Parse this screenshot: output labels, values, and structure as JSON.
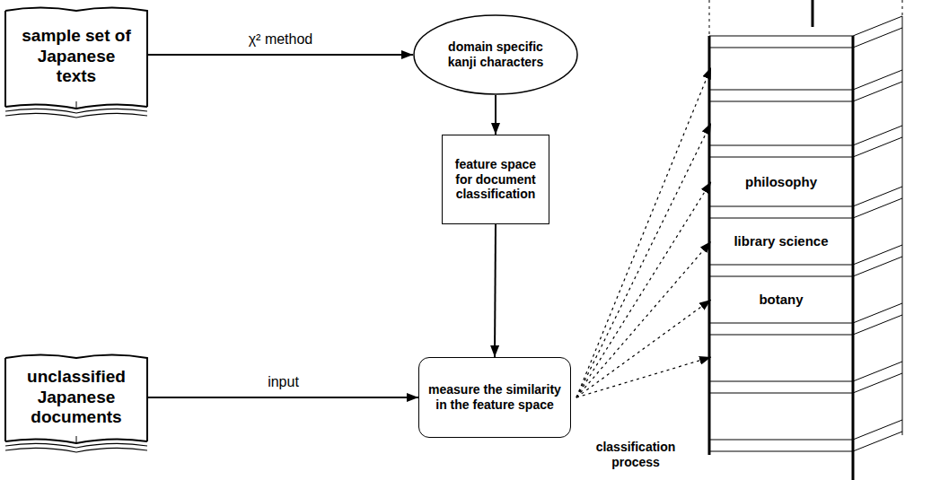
{
  "diagram": {
    "nodes": [
      {
        "text": [
          "sample set of Japanese texts"
        ]
      },
      {
        "text": [
          "domain specific kanji characters"
        ]
      },
      {
        "text": [
          "feature space for document classification"
        ]
      },
      {
        "text": [
          "unclassified Japanese documents"
        ]
      },
      {
        "text": [
          "measure the similarity in the feature space"
        ]
      },
      {
        "text": [
          "philosophy"
        ]
      },
      {
        "text": [
          "library science"
        ]
      },
      {
        "text": [
          "botany"
        ]
      }
    ],
    "edges": [
      {
        "from": 0,
        "to": 1,
        "arrow": "to",
        "label": "χ² method"
      },
      {
        "from": 1,
        "to": 2,
        "arrow": "to"
      },
      {
        "from": 2,
        "to": 4,
        "arrow": "to"
      },
      {
        "from": 3,
        "to": 4,
        "arrow": "to",
        "label": "input"
      },
      {
        "from": 4,
        "to": 5,
        "arrow": "to"
      },
      {
        "from": 4,
        "to": 6,
        "arrow": "to"
      },
      {
        "from": 4,
        "to": 7,
        "arrow": "to"
      }
    ],
    "labels": [
      "classification process"
    ]
  }
}
